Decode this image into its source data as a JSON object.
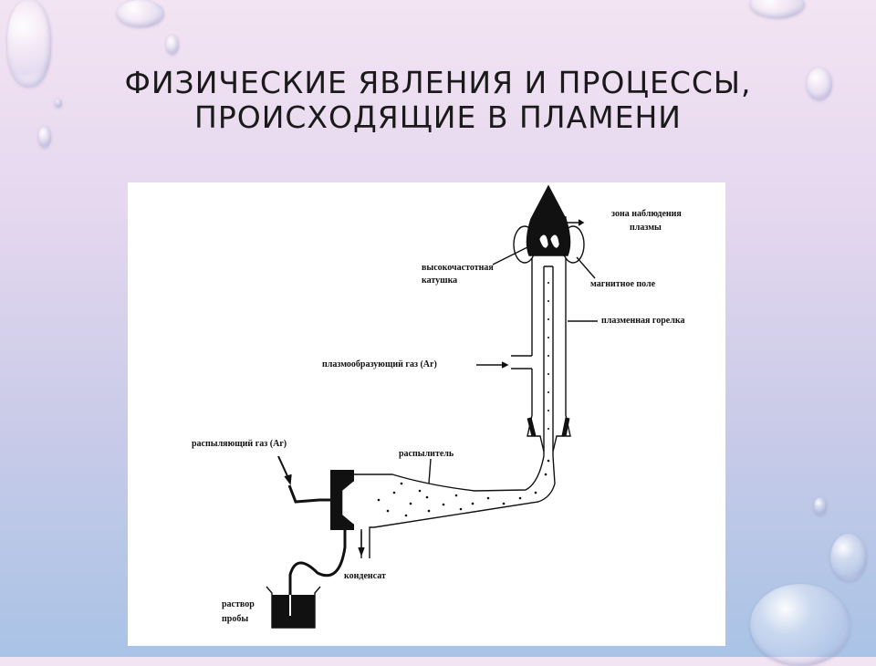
{
  "slide": {
    "title_line1": "ФИЗИЧЕСКИЕ ЯВЛЕНИЯ И ПРОЦЕССЫ,",
    "title_line2": "ПРОИСХОДЯЩИЕ В ПЛАМЕНИ"
  },
  "diagram": {
    "labels": {
      "observation_zone_1": "зона наблюдения",
      "observation_zone_2": "плазмы",
      "hf_coil_1": "высокочастотная",
      "hf_coil_2": "катушка",
      "magnetic_field": "магнитное поле",
      "plasma_torch": "плазменная горелка",
      "plasma_gas": "плазмообразующий газ (Ar)",
      "nebulizer_gas": "распыляющий газ (Ar)",
      "nebulizer": "распылитель",
      "condensate": "конденсат",
      "sample_solution_1": "раствор",
      "sample_solution_2": "пробы"
    }
  }
}
